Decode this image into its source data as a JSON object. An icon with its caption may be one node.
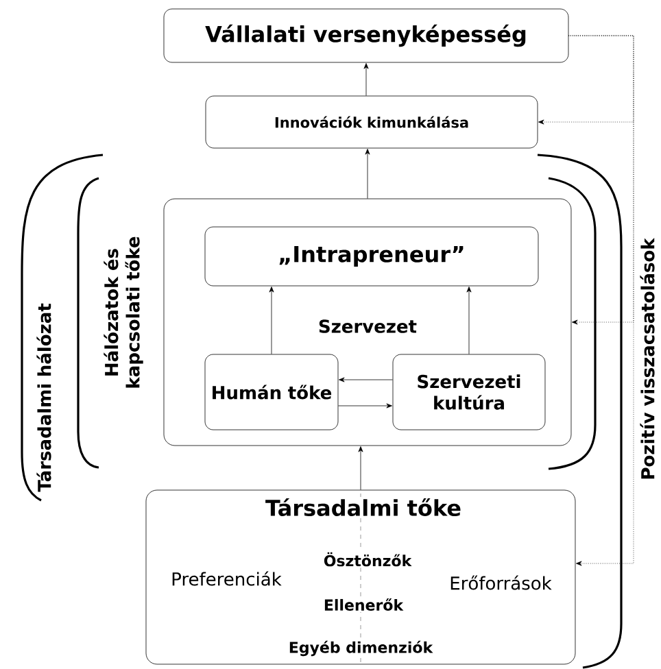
{
  "diagram": {
    "nodes": [
      {
        "text": [
          "Vállalati versenyképesség"
        ]
      },
      {
        "text": [
          "Innovációk kimunkálása"
        ]
      },
      {
        "text": [
          "Szervezet"
        ]
      },
      {
        "text": [
          "„Intrapreneur”"
        ],
        "in": 2
      },
      {
        "text": [
          "Humán tőke"
        ],
        "in": 2
      },
      {
        "text": [
          "Szervezeti kultúra"
        ],
        "in": 2
      },
      {
        "text": [
          "Társadalmi tőke",
          "Preferenciák",
          "Ösztönzők",
          "Ellenerők",
          "Erőforrások",
          "Egyéb dimenziók"
        ]
      }
    ],
    "edges": [
      {
        "from": 1,
        "to": 0,
        "arrow": "to"
      },
      {
        "from": 2,
        "to": 1,
        "arrow": "to"
      },
      {
        "from": 4,
        "to": 3,
        "arrow": "to"
      },
      {
        "from": 5,
        "to": 3,
        "arrow": "to"
      },
      {
        "from": 5,
        "to": 4,
        "arrow": "to"
      },
      {
        "from": 4,
        "to": 5,
        "arrow": "to"
      },
      {
        "from": 6,
        "to": 2,
        "arrow": "to"
      },
      {
        "from": 0,
        "to": 1,
        "arrow": "to",
        "style": "dashed"
      },
      {
        "from": 0,
        "to": 2,
        "arrow": "to",
        "style": "dashed"
      },
      {
        "from": 0,
        "to": 6,
        "arrow": "to",
        "style": "dashed"
      }
    ],
    "labels": [
      "Társadalmi hálózat",
      "Hálózatok és kapcsolati tőke",
      "Pozitív visszacsatolások"
    ]
  }
}
